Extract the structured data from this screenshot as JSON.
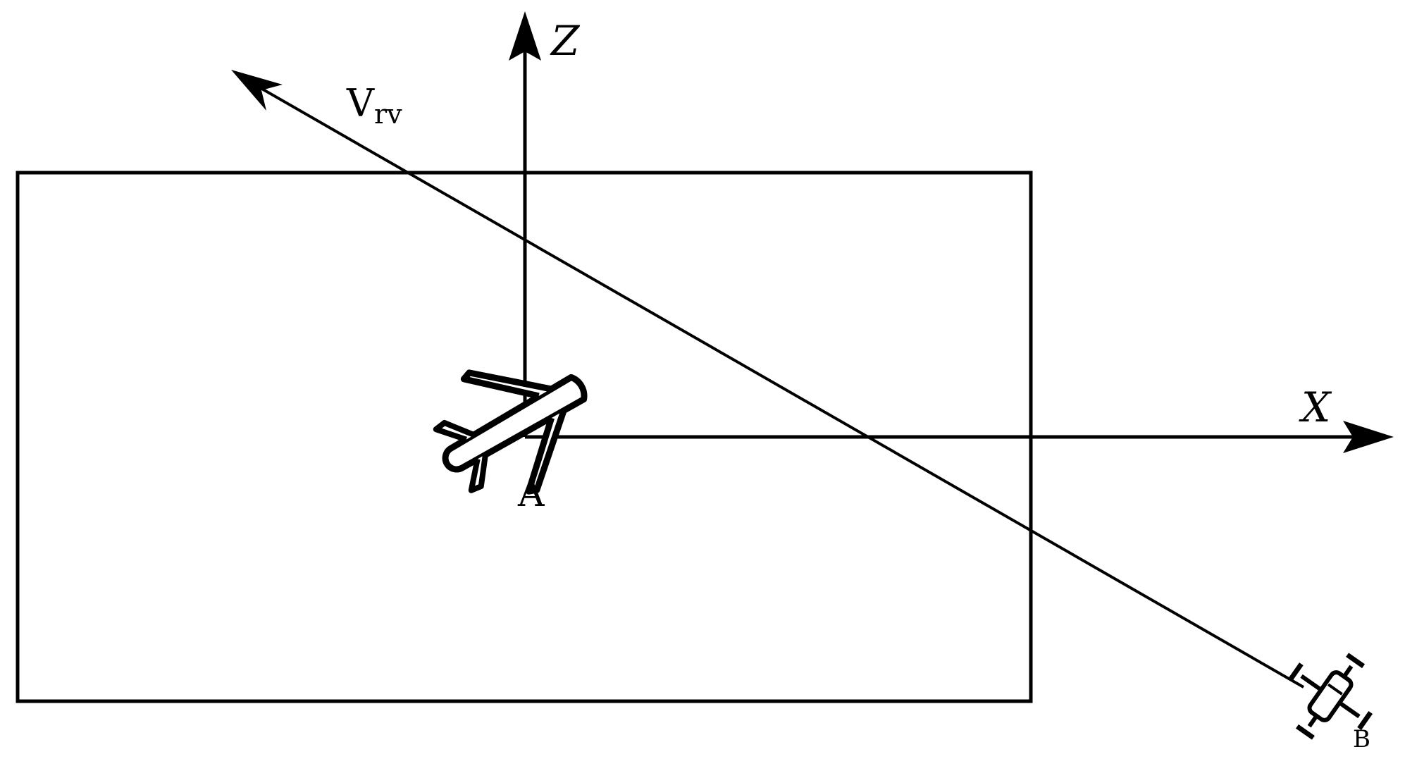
{
  "axes": {
    "z_label": "Z",
    "x_label": "X"
  },
  "vector": {
    "main": "V",
    "subscript": "rv"
  },
  "points": {
    "a_label": "A",
    "b_label": "B"
  },
  "icons": {
    "a": "airplane-icon",
    "b": "quadcopter-drone-icon"
  },
  "colors": {
    "ink": "#000000",
    "background": "#ffffff"
  }
}
